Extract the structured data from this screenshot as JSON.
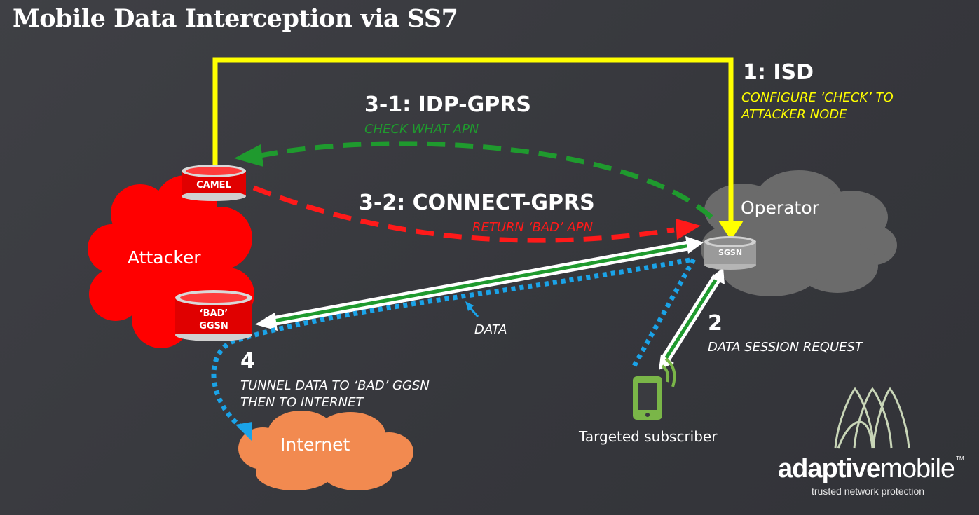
{
  "title": "Mobile Data Interception via SS7",
  "clouds": {
    "attacker": "Attacker",
    "operator": "Operator",
    "internet": "Internet"
  },
  "nodes": {
    "camel": "CAMEL",
    "bad_ggsn_line1": "‘BAD’",
    "bad_ggsn_line2": "GGSN",
    "sgsn": "SGSN"
  },
  "steps": {
    "s1": {
      "title": "1: ISD",
      "desc_line1": "CONFIGURE ‘CHECK’ TO",
      "desc_line2": "ATTACKER NODE"
    },
    "s31": {
      "title": "3-1: IDP-GPRS",
      "desc": "CHECK WHAT APN"
    },
    "s32": {
      "title": "3-2: CONNECT-GPRS",
      "desc": "RETURN ‘BAD’ APN"
    },
    "s2": {
      "title": "2",
      "desc": "DATA SESSION REQUEST"
    },
    "s4": {
      "title": "4",
      "desc_line1": "TUNNEL DATA TO ‘BAD’ GGSN",
      "desc_line2": "THEN TO INTERNET"
    },
    "data_label": "DATA"
  },
  "subscriber": "Targeted subscriber",
  "logo": {
    "brand_part1": "adaptive",
    "brand_part2": "mobile",
    "tm": "TM",
    "tagline": "trusted network protection"
  },
  "colors": {
    "isd": "#ffff00",
    "idp": "#1f9a2e",
    "connect": "#ff1a1a",
    "data_tunnel": "#1aa3e8",
    "attacker_cloud": "#ff0000",
    "operator_cloud": "#6b6b6b",
    "internet_cloud": "#f28a50",
    "phone": "#7ab648"
  }
}
